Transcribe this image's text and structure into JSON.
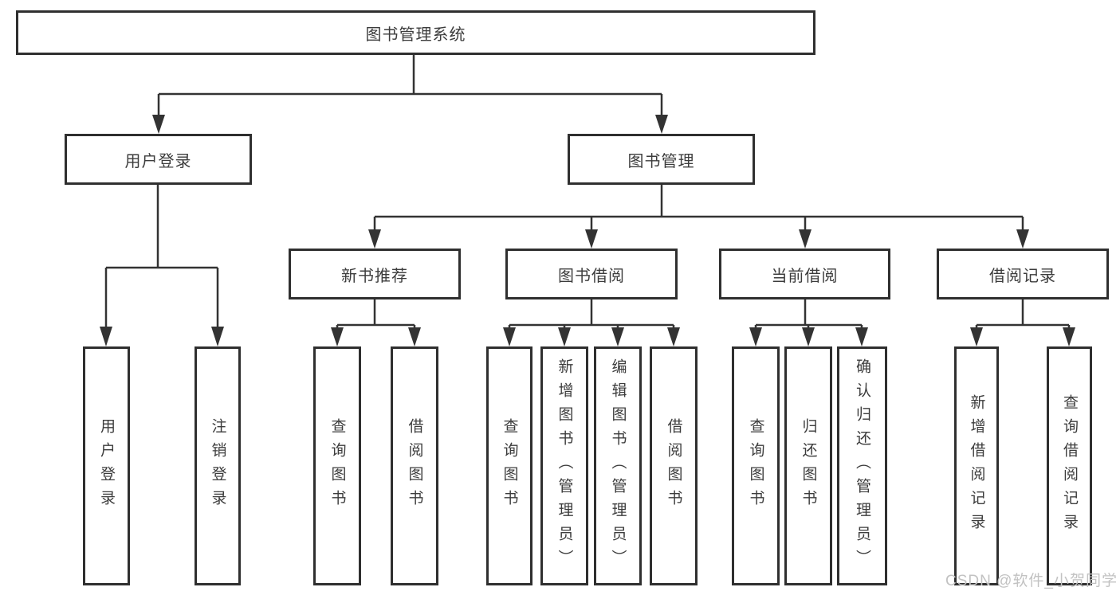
{
  "colors": {
    "background": "#ffffff",
    "line": "#333333",
    "box_border": "#2f2f2f",
    "text": "#3c3c3c",
    "watermark": "#c2c2c2"
  },
  "nodes": {
    "root": "图书管理系统",
    "user_login": "用户登录",
    "book_mgmt": "图书管理",
    "new_books": "新书推荐",
    "book_borrow": "图书借阅",
    "current_borrow": "当前借阅",
    "borrow_records": "借阅记录",
    "leaf_user_login": "用户登录",
    "leaf_logout": "注销登录",
    "leaf_new_query": "查询图书",
    "leaf_new_borrow": "借阅图书",
    "leaf_bb_query": "查询图书",
    "leaf_bb_add": "新增图书（管理员）",
    "leaf_bb_edit": "编辑图书（管理员）",
    "leaf_bb_borrow": "借阅图书",
    "leaf_cb_query": "查询图书",
    "leaf_cb_return": "归还图书",
    "leaf_cb_confirm": "确认归还（管理员）",
    "leaf_br_add": "新增借阅记录",
    "leaf_br_query": "查询借阅记录"
  },
  "hierarchy": {
    "图书管理系统": [
      "用户登录",
      "图书管理"
    ],
    "用户登录": [
      "用户登录",
      "注销登录"
    ],
    "图书管理": [
      "新书推荐",
      "图书借阅",
      "当前借阅",
      "借阅记录"
    ],
    "新书推荐": [
      "查询图书",
      "借阅图书"
    ],
    "图书借阅": [
      "查询图书",
      "新增图书（管理员）",
      "编辑图书（管理员）",
      "借阅图书"
    ],
    "当前借阅": [
      "查询图书",
      "归还图书",
      "确认归还（管理员）"
    ],
    "借阅记录": [
      "新增借阅记录",
      "查询借阅记录"
    ]
  },
  "watermark": {
    "text": "CSDN @软件_小贺同学"
  }
}
